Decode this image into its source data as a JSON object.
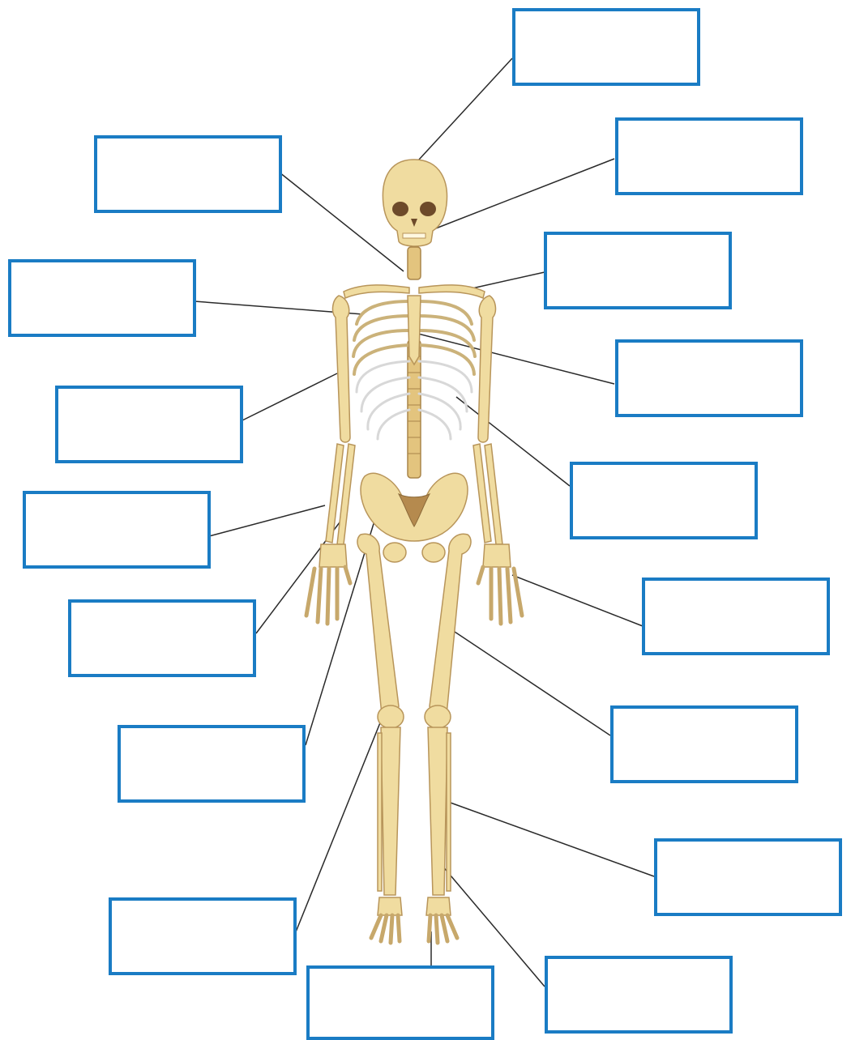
{
  "diagram": {
    "labels": [
      {
        "id": "label-1",
        "text": ""
      },
      {
        "id": "label-2",
        "text": ""
      },
      {
        "id": "label-3",
        "text": ""
      },
      {
        "id": "label-4",
        "text": ""
      },
      {
        "id": "label-5",
        "text": ""
      },
      {
        "id": "label-6",
        "text": ""
      },
      {
        "id": "label-7",
        "text": ""
      },
      {
        "id": "label-8",
        "text": ""
      },
      {
        "id": "label-9",
        "text": ""
      },
      {
        "id": "label-10",
        "text": ""
      },
      {
        "id": "label-11",
        "text": ""
      },
      {
        "id": "label-12",
        "text": ""
      },
      {
        "id": "label-13",
        "text": ""
      },
      {
        "id": "label-14",
        "text": ""
      },
      {
        "id": "label-15",
        "text": ""
      },
      {
        "id": "label-16",
        "text": ""
      },
      {
        "id": "label-17",
        "text": ""
      }
    ],
    "colors": {
      "box_border": "#1a7cc4",
      "bone": "#f0dca0",
      "bone_outline": "#b8955a",
      "leader_line": "#2a2a2a"
    }
  }
}
